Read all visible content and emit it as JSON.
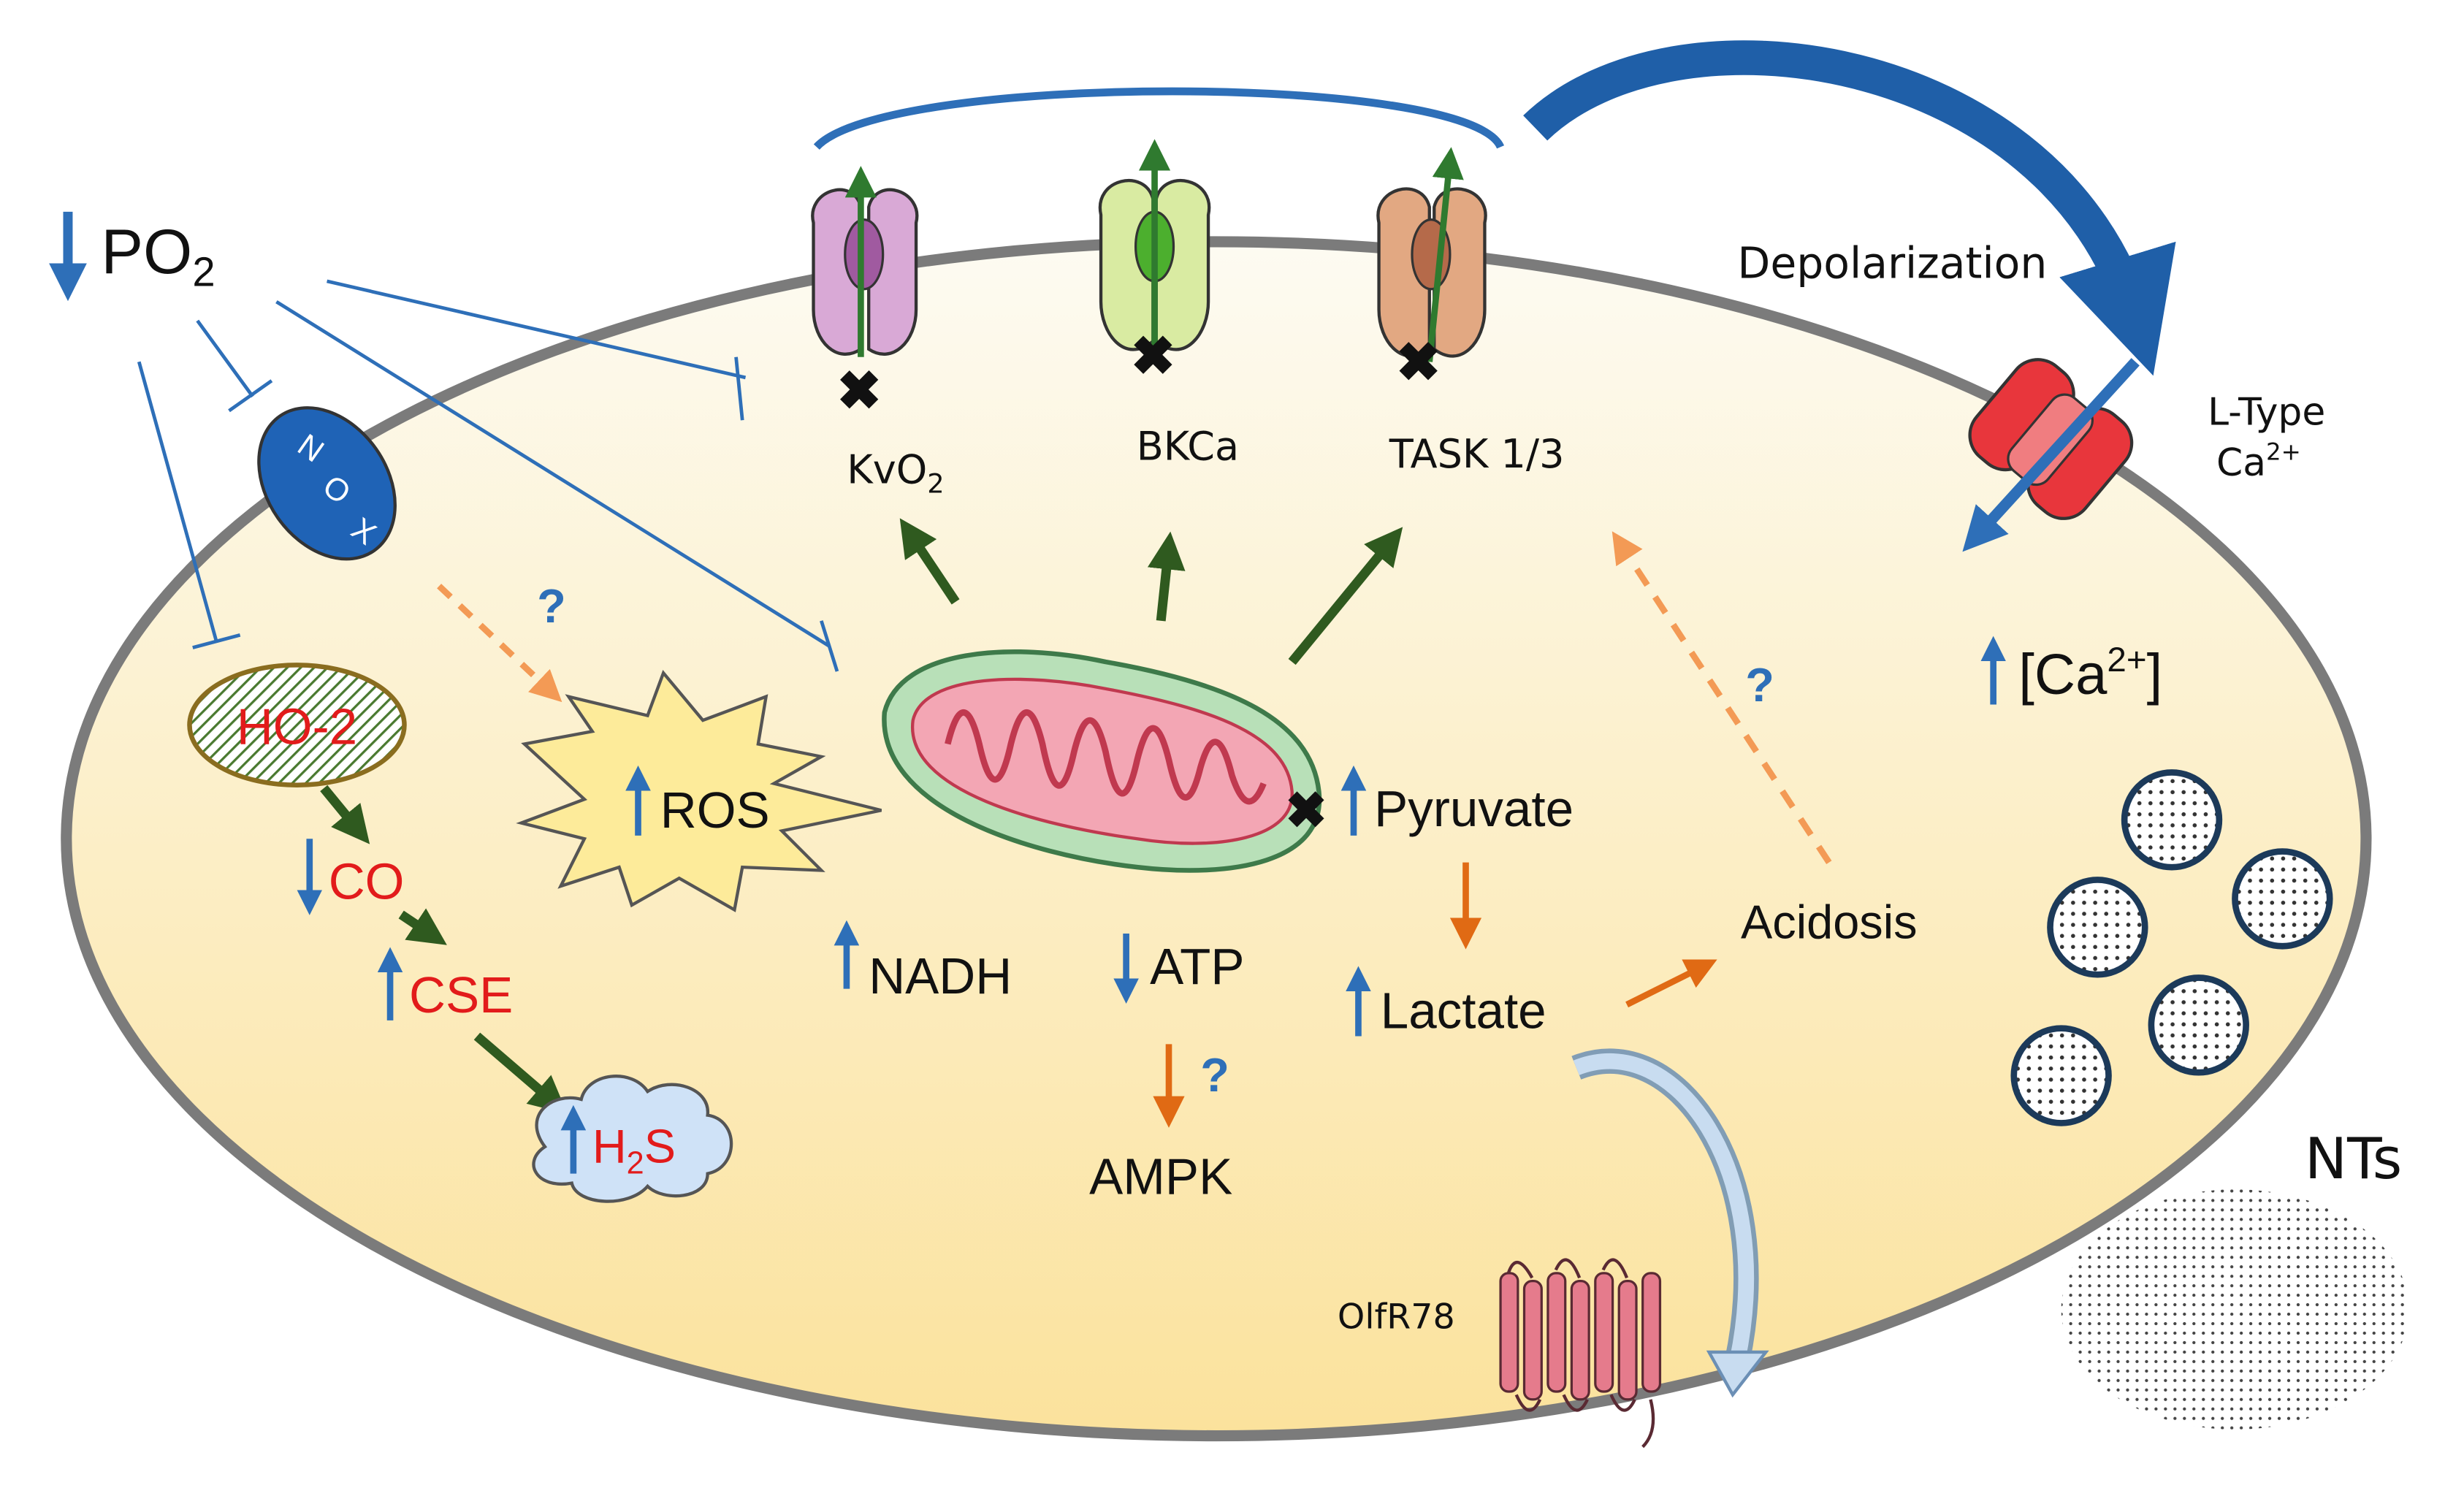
{
  "stimulus": {
    "label": "PO",
    "subscript": "2"
  },
  "channels": {
    "kvo2": {
      "label": "KvO",
      "subscript": "2"
    },
    "bkca": {
      "label": "BKCa"
    },
    "task": {
      "label": "TASK 1/3"
    }
  },
  "depolarization": {
    "label": "Depolarization"
  },
  "ltype": {
    "line1": "L-Type",
    "line2": "Ca",
    "superscript": "2+"
  },
  "calcium": {
    "open": "[Ca",
    "superscript": "2+",
    "close": "]"
  },
  "nox": {
    "letters": [
      "N",
      "O",
      "X"
    ]
  },
  "ho2": {
    "label": "HO-2"
  },
  "co": {
    "label": "CO"
  },
  "cse": {
    "label": "CSE"
  },
  "h2s": {
    "label": "H",
    "subscript": "2",
    "label2": "S"
  },
  "ros": {
    "label": "ROS"
  },
  "metabolites": {
    "nadh": "NADH",
    "atp": "ATP",
    "ampk": "AMPK",
    "pyruvate": "Pyruvate",
    "lactate": "Lactate",
    "acidosis": "Acidosis"
  },
  "unknown_mark": "?",
  "receptor": {
    "label": "OlfR78"
  },
  "nts": {
    "label": "NTs"
  },
  "colors": {
    "cell_fill_top": "#fdfbf2",
    "cell_fill_bottom": "#fbe6a6",
    "membrane": "#7b7b7b",
    "inhibit_line": "#2e6fb8",
    "activate_green": "#2f5a1f",
    "orange": "#e06a14",
    "orange_dashed": "#f39a55",
    "up_down_arrow": "#2e6fb8",
    "red_label": "#e21b1b"
  }
}
